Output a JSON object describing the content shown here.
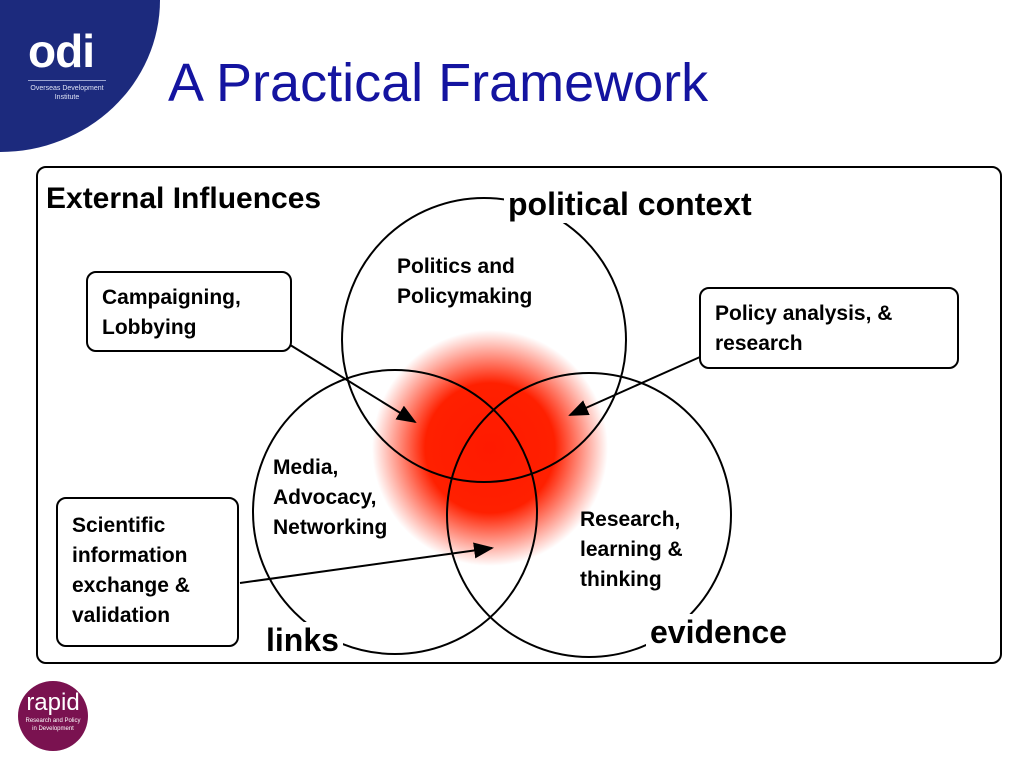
{
  "logos": {
    "odi": {
      "word": "odi",
      "subtitle": "Overseas Development Institute"
    },
    "rapid": {
      "word": "rapid",
      "subtitle": "Research and Policy in Development"
    }
  },
  "title": "A Practical Framework",
  "diagram": {
    "external_label": "External Influences",
    "circle_labels": {
      "political": "political context",
      "links": "links",
      "evidence": "evidence"
    },
    "inner_labels": {
      "politics": "Politics and Policymaking",
      "media": "Media, Advocacy, Networking",
      "research": "Research, learning & thinking"
    },
    "boxes": {
      "campaigning": "Campaigning, Lobbying",
      "policy": "Policy analysis, & research",
      "scientific": "Scientific information exchange & validation"
    },
    "colors": {
      "title": "#1414a0",
      "center": "#ff1a00",
      "odi": "#1c2a7d",
      "rapid": "#7a1250"
    }
  }
}
